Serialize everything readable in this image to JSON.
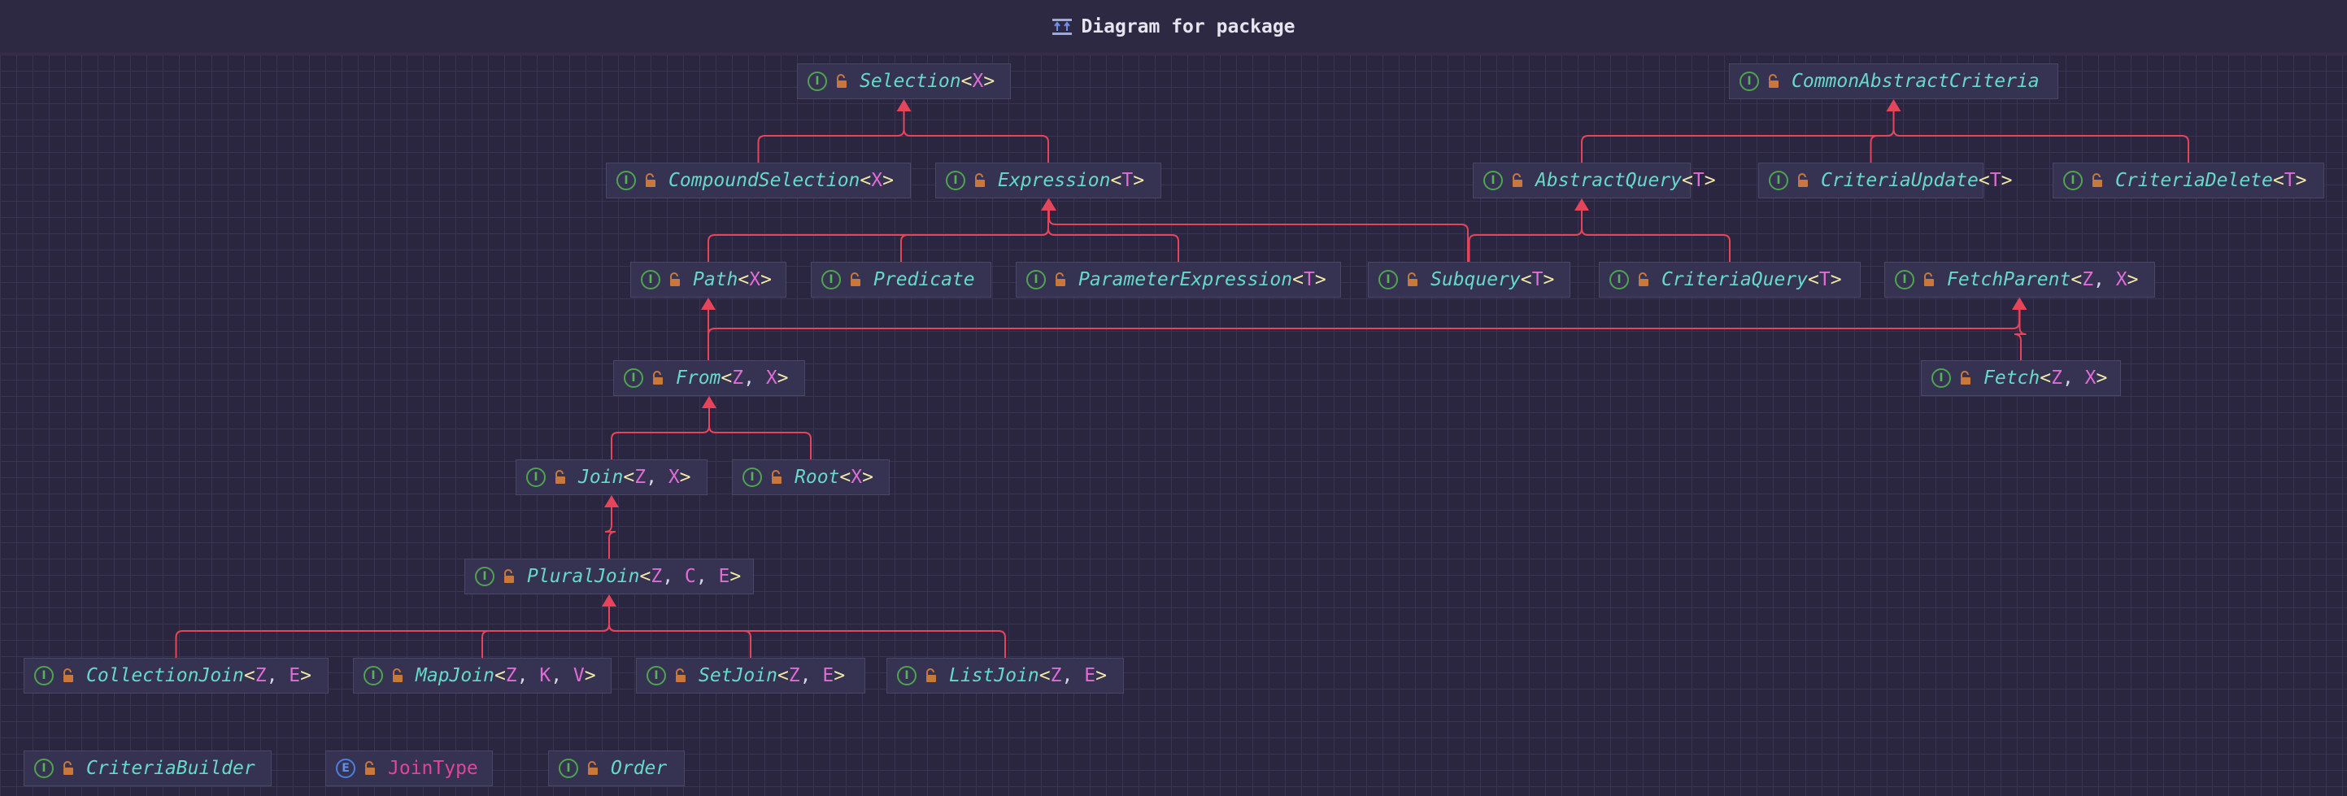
{
  "window": {
    "title": "Diagram for package",
    "icon": "diagram-icon"
  },
  "colors": {
    "edge": "#e5455a",
    "class_name": "#66d9c8",
    "enum_name": "#e0459e",
    "type_param": "#e06cd6",
    "angle_bracket": "#f2e9a8",
    "interface_badge": "#4fa44f",
    "enum_badge": "#4c7fe0",
    "lock": "#c9783d"
  },
  "nodes": [
    {
      "id": "Selection",
      "kind": "I",
      "name": "Selection",
      "params": [
        "X"
      ]
    },
    {
      "id": "CommonAbstractCriteria",
      "kind": "I",
      "name": "CommonAbstractCriteria",
      "params": []
    },
    {
      "id": "CompoundSelection",
      "kind": "I",
      "name": "CompoundSelection",
      "params": [
        "X"
      ]
    },
    {
      "id": "Expression",
      "kind": "I",
      "name": "Expression",
      "params": [
        "T"
      ]
    },
    {
      "id": "AbstractQuery",
      "kind": "I",
      "name": "AbstractQuery",
      "params": [
        "T"
      ]
    },
    {
      "id": "CriteriaUpdate",
      "kind": "I",
      "name": "CriteriaUpdate",
      "params": [
        "T"
      ]
    },
    {
      "id": "CriteriaDelete",
      "kind": "I",
      "name": "CriteriaDelete",
      "params": [
        "T"
      ]
    },
    {
      "id": "Path",
      "kind": "I",
      "name": "Path",
      "params": [
        "X"
      ]
    },
    {
      "id": "Predicate",
      "kind": "I",
      "name": "Predicate",
      "params": []
    },
    {
      "id": "ParameterExpression",
      "kind": "I",
      "name": "ParameterExpression",
      "params": [
        "T"
      ]
    },
    {
      "id": "Subquery",
      "kind": "I",
      "name": "Subquery",
      "params": [
        "T"
      ]
    },
    {
      "id": "CriteriaQuery",
      "kind": "I",
      "name": "CriteriaQuery",
      "params": [
        "T"
      ]
    },
    {
      "id": "FetchParent",
      "kind": "I",
      "name": "FetchParent",
      "params": [
        "Z",
        "X"
      ]
    },
    {
      "id": "From",
      "kind": "I",
      "name": "From",
      "params": [
        "Z",
        "X"
      ]
    },
    {
      "id": "Fetch",
      "kind": "I",
      "name": "Fetch",
      "params": [
        "Z",
        "X"
      ]
    },
    {
      "id": "Join",
      "kind": "I",
      "name": "Join",
      "params": [
        "Z",
        "X"
      ]
    },
    {
      "id": "Root",
      "kind": "I",
      "name": "Root",
      "params": [
        "X"
      ]
    },
    {
      "id": "PluralJoin",
      "kind": "I",
      "name": "PluralJoin",
      "params": [
        "Z",
        "C",
        "E"
      ]
    },
    {
      "id": "CollectionJoin",
      "kind": "I",
      "name": "CollectionJoin",
      "params": [
        "Z",
        "E"
      ]
    },
    {
      "id": "MapJoin",
      "kind": "I",
      "name": "MapJoin",
      "params": [
        "Z",
        "K",
        "V"
      ]
    },
    {
      "id": "SetJoin",
      "kind": "I",
      "name": "SetJoin",
      "params": [
        "Z",
        "E"
      ]
    },
    {
      "id": "ListJoin",
      "kind": "I",
      "name": "ListJoin",
      "params": [
        "Z",
        "E"
      ]
    },
    {
      "id": "CriteriaBuilder",
      "kind": "I",
      "name": "CriteriaBuilder",
      "params": []
    },
    {
      "id": "JoinType",
      "kind": "E",
      "name": "JoinType",
      "params": []
    },
    {
      "id": "Order",
      "kind": "I",
      "name": "Order",
      "params": []
    }
  ],
  "edges": [
    {
      "from": "CompoundSelection",
      "to": "Selection"
    },
    {
      "from": "Expression",
      "to": "Selection"
    },
    {
      "from": "AbstractQuery",
      "to": "CommonAbstractCriteria"
    },
    {
      "from": "CriteriaUpdate",
      "to": "CommonAbstractCriteria"
    },
    {
      "from": "CriteriaDelete",
      "to": "CommonAbstractCriteria"
    },
    {
      "from": "Path",
      "to": "Expression"
    },
    {
      "from": "Predicate",
      "to": "Expression"
    },
    {
      "from": "ParameterExpression",
      "to": "Expression"
    },
    {
      "from": "Subquery",
      "to": "Expression"
    },
    {
      "from": "Subquery",
      "to": "AbstractQuery"
    },
    {
      "from": "CriteriaQuery",
      "to": "AbstractQuery"
    },
    {
      "from": "From",
      "to": "Path"
    },
    {
      "from": "From",
      "to": "FetchParent"
    },
    {
      "from": "Fetch",
      "to": "FetchParent"
    },
    {
      "from": "Join",
      "to": "From"
    },
    {
      "from": "Root",
      "to": "From"
    },
    {
      "from": "PluralJoin",
      "to": "Join"
    },
    {
      "from": "CollectionJoin",
      "to": "PluralJoin"
    },
    {
      "from": "MapJoin",
      "to": "PluralJoin"
    },
    {
      "from": "SetJoin",
      "to": "PluralJoin"
    },
    {
      "from": "ListJoin",
      "to": "PluralJoin"
    }
  ]
}
